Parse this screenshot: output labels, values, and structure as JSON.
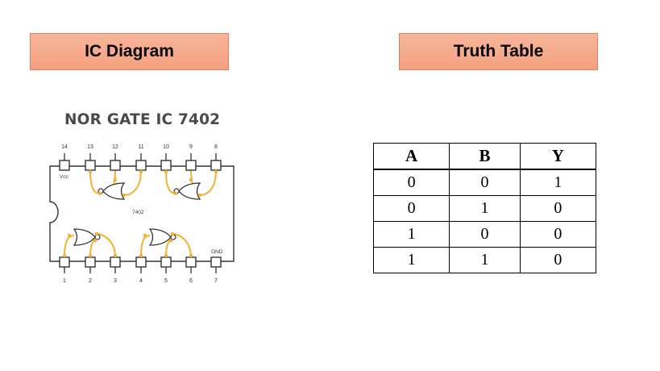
{
  "headers": {
    "left": "IC Diagram",
    "right": "Truth Table"
  },
  "ic": {
    "title": "NOR GATE IC 7402",
    "chip_label": "7402",
    "vcc_label": "Vcc",
    "gnd_label": "GND",
    "top_pins": [
      "14",
      "13",
      "12",
      "11",
      "10",
      "9",
      "8"
    ],
    "bottom_pins": [
      "1",
      "2",
      "3",
      "4",
      "5",
      "6",
      "7"
    ],
    "colors": {
      "wire": "#f2b233",
      "body": "#333333"
    }
  },
  "truth_table": {
    "columns": [
      "A",
      "B",
      "Y"
    ],
    "rows": [
      [
        "0",
        "0",
        "1"
      ],
      [
        "0",
        "1",
        "0"
      ],
      [
        "1",
        "0",
        "0"
      ],
      [
        "1",
        "1",
        "0"
      ]
    ]
  }
}
